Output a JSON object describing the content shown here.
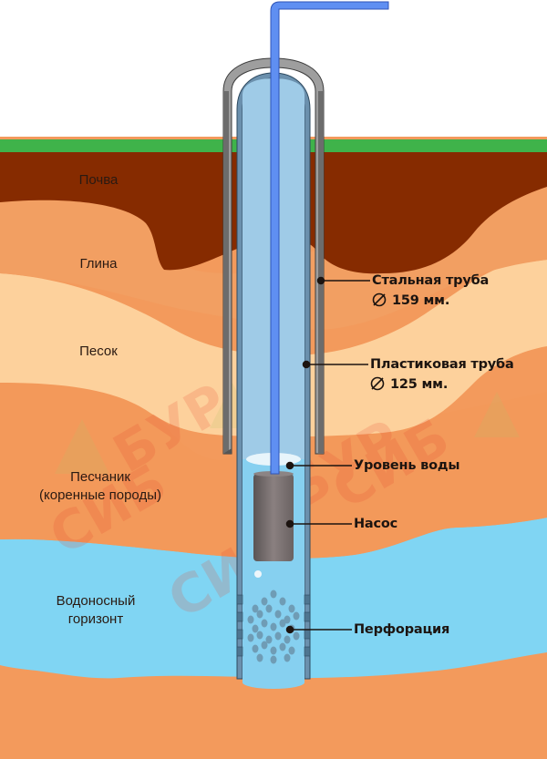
{
  "diagram": {
    "type": "well-cross-section",
    "language": "ru",
    "colors": {
      "sky": "#ffffff",
      "grass": "#3fb34a",
      "soil": "#862b00",
      "clay": "#f29f62",
      "sand": "#fdd19c",
      "sandstone": "#f3995a",
      "aquifer": "#80d5f3",
      "bottom": "#f39a5c",
      "steel_pipe": "#6c6c6c",
      "steel_pipe_light": "#9e9e9e",
      "plastic_pipe": "#6b90ad",
      "water_in_pipe": "#9fcbe7",
      "hose": "#5f8ff2",
      "pump": "#7a7272",
      "perforation_dot": "#6f9cb5",
      "text": "#1c1410"
    }
  },
  "layers": [
    {
      "id": "soil",
      "label": "Почва"
    },
    {
      "id": "clay",
      "label": "Глина"
    },
    {
      "id": "sand",
      "label": "Песок"
    },
    {
      "id": "sandstone",
      "label_line1": "Песчаник",
      "label_line2": "(коренные породы)"
    },
    {
      "id": "aquifer",
      "label_line1": "Водоносный",
      "label_line2": "горизонт"
    }
  ],
  "callouts": {
    "steel_pipe": {
      "title": "Стальная труба",
      "size": "159 мм.",
      "icon": "diameter-icon"
    },
    "plastic_pipe": {
      "title": "Пластиковая труба",
      "size": "125 мм.",
      "icon": "diameter-icon"
    },
    "water_level": {
      "title": "Уровень воды"
    },
    "pump": {
      "title": "Насос"
    },
    "perforation": {
      "title": "Перфорация"
    }
  },
  "watermark": {
    "text": "СИББУР",
    "opacity": 0.18
  }
}
